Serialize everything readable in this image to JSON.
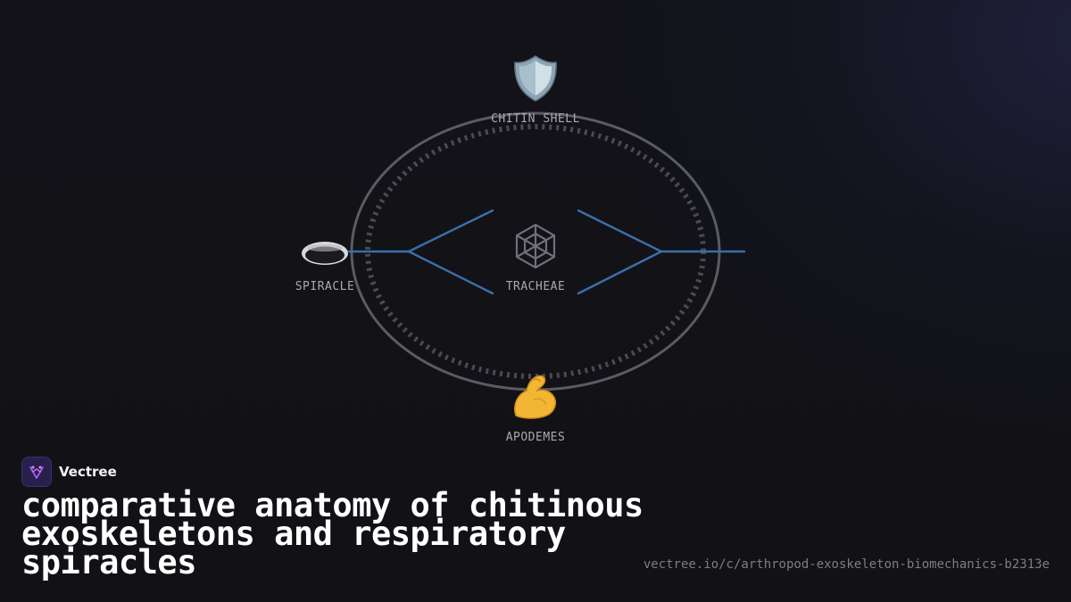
{
  "diagram": {
    "nodes": {
      "top": {
        "label": "CHITIN SHELL",
        "icon": "shield-icon"
      },
      "left": {
        "label": "SPIRACLE",
        "icon": "spiracle-hole-icon"
      },
      "center": {
        "label": "TRACHEAE",
        "icon": "web-network-icon"
      },
      "bottom": {
        "label": "APODEMES",
        "icon": "flexed-muscle-icon"
      }
    },
    "colors": {
      "ring": "#5b5b62",
      "connector": "#3a6fa8",
      "muscle": "#f2b534"
    }
  },
  "brand": {
    "name": "Vectree",
    "icon": "vectree-logo-icon"
  },
  "title": "comparative anatomy of chitinous exoskeletons and respiratory spiracles",
  "url": "vectree.io/c/arthropod-exoskeleton-biomechanics-b2313e"
}
